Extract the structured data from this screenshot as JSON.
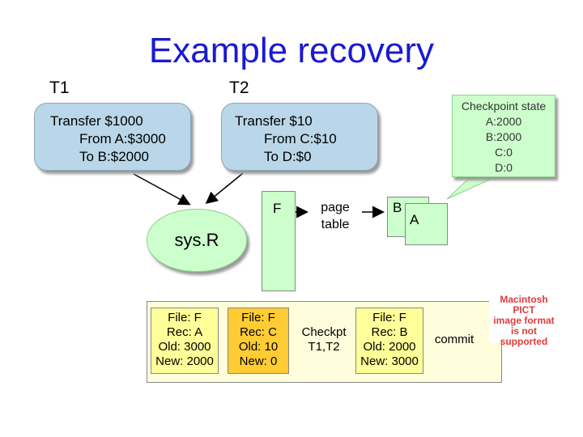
{
  "title": "Example recovery",
  "t1": {
    "label": "T1",
    "lines": [
      "Transfer $1000",
      "From A:$3000",
      "To B:$2000"
    ]
  },
  "t2": {
    "label": "T2",
    "lines": [
      "Transfer $10",
      "From C:$10",
      "To D:$0"
    ]
  },
  "checkpoint": {
    "lines": [
      "Checkpoint state",
      "A:2000",
      "B:2000",
      "C:0",
      "D:0"
    ]
  },
  "sysr": "sys.R",
  "f_label": "F",
  "page_table": [
    "page",
    "table"
  ],
  "page_b": "B",
  "page_a": "A",
  "log": {
    "rec_a": [
      "File: F",
      "Rec: A",
      "Old: 3000",
      "New: 2000"
    ],
    "rec_c": [
      "File: F",
      "Rec: C",
      "Old: 10",
      "New: 0"
    ],
    "checkpt": [
      "Checkpt",
      "T1,T2"
    ],
    "rec_b": [
      "File: F",
      "Rec: B",
      "Old: 2000",
      "New: 3000"
    ],
    "commit": "commit"
  },
  "pict_notice": [
    "Macintosh PICT",
    "image format",
    "is not supported"
  ]
}
